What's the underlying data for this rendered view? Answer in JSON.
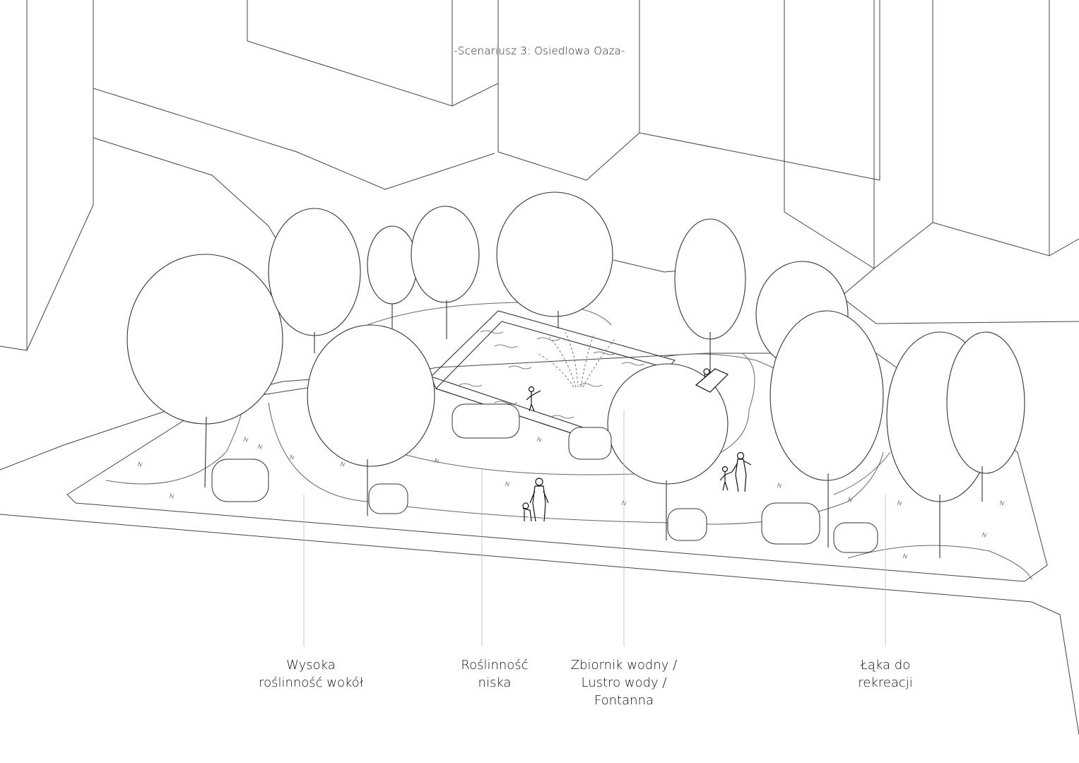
{
  "title": "-Scenariusz 3: Osiedlowa Oaza-",
  "labels": [
    {
      "lines": [
        "Wysoka",
        "roślinność wokół"
      ]
    },
    {
      "lines": [
        "Roślinność",
        "niska"
      ]
    },
    {
      "lines": [
        "Zbiornik wodny /",
        "Lustro wody /",
        "Fontanna"
      ]
    },
    {
      "lines": [
        "Łąka do",
        "rekreacji"
      ]
    }
  ],
  "colors": {
    "line": "#333333",
    "thin": "#bbbbbb",
    "background": "#ffffff"
  }
}
